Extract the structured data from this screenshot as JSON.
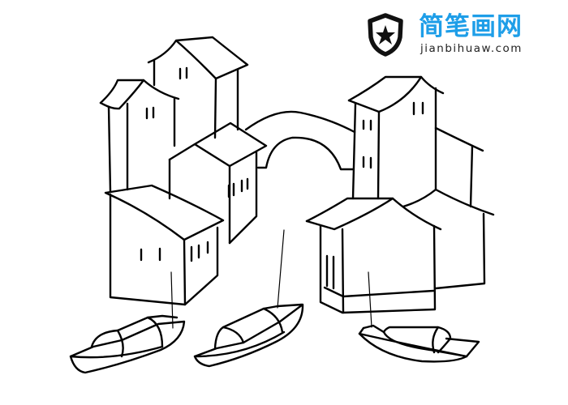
{
  "image": {
    "subject": "simple line drawing of water town houses with arched bridge and three boats",
    "stroke_color": "#000000",
    "background": "#ffffff"
  },
  "watermark": {
    "icon": "shield-star-icon",
    "title": "简笔画网",
    "url": "jianbihuaw.com",
    "title_color": "#1e9ee8",
    "url_color": "#222222"
  }
}
